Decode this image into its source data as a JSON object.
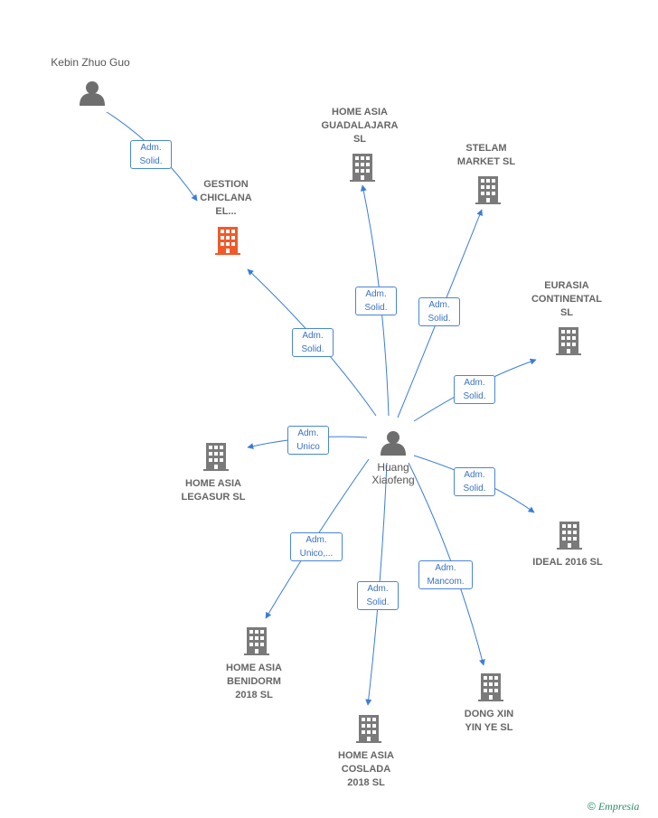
{
  "colors": {
    "edge": "#3b7dd8",
    "company": "#7a7a7a",
    "focus_company": "#f05a2a",
    "person": "#6e6e6e"
  },
  "people": {
    "kebin": "Kebin Zhuo Guo",
    "huang": "Huang\nXiaofeng"
  },
  "companies": {
    "gestion": "GESTION\nCHICLANA\nEL...",
    "guadalajara": "HOME ASIA\nGUADALAJARA\nSL",
    "stelam": "STELAM\nMARKET  SL",
    "eurasia": "EURASIA\nCONTINENTAL\nSL",
    "legasur": "HOME ASIA\nLEGASUR  SL",
    "ideal": "IDEAL 2016  SL",
    "benidorm": "HOME ASIA\nBENIDORM\n2018  SL",
    "coslada": "HOME ASIA\nCOSLADA\n2018  SL",
    "dongxin": "DONG XIN\nYIN YE SL"
  },
  "edges": {
    "kebin_gestion": "Adm.\nSolid.",
    "huang_gestion": "Adm.\nSolid.",
    "huang_guadalajara": "Adm.\nSolid.",
    "huang_stelam": "Adm.\nSolid.",
    "huang_eurasia": "Adm.\nSolid.",
    "huang_legasur": "Adm.\nUnico",
    "huang_ideal": "Adm.\nSolid.",
    "huang_benidorm": "Adm.\nUnico,...",
    "huang_coslada": "Adm.\nSolid.",
    "huang_dongxin": "Adm.\nMancom."
  },
  "footer": {
    "copyright": "©",
    "brand": "Empresia"
  }
}
